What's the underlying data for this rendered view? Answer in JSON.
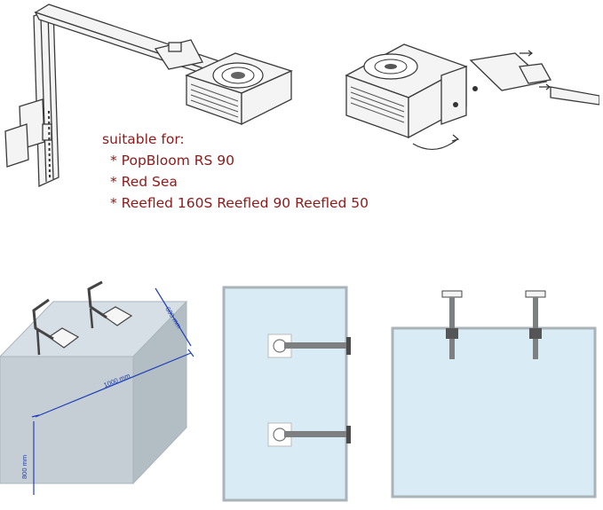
{
  "compatibility": {
    "heading": "suitable for:",
    "items": [
      "* PopBloom RS 90",
      "* Red Sea",
      "* Reefled 160S Reefled 90 Reefled 50"
    ]
  },
  "dimensions": {
    "width": "1000 mm",
    "depth": "600 mm",
    "height": "800 mm"
  },
  "colors": {
    "text_accent": "#8b1a1a",
    "dimension_line": "#1f3fb8",
    "tank_glass": "#c9d7df",
    "water": "#ddeef7",
    "line_art": "#444444"
  }
}
